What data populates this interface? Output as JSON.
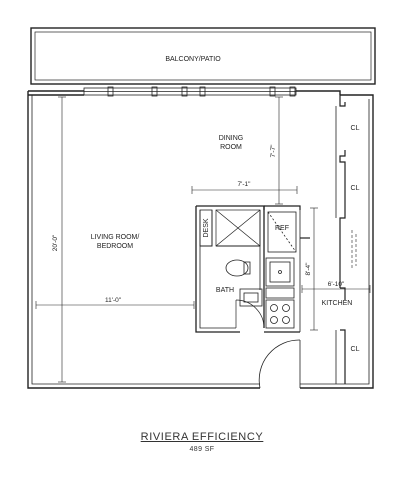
{
  "plan": {
    "title": "RIVIERA EFFICIENCY",
    "area": "489 SF"
  },
  "rooms": {
    "balcony": "BALCONY/PATIO",
    "dining_line1": "DINING",
    "dining_line2": "ROOM",
    "living_line1": "LIVING ROOM/",
    "living_line2": "BEDROOM",
    "bath": "BATH",
    "kitchen": "KITCHEN",
    "desk": "DESK",
    "ref": "REF",
    "closet_1": "CL",
    "closet_2": "CL",
    "closet_3": "CL"
  },
  "dimensions": {
    "dining_depth": "7'-7\"",
    "dining_width": "7'-1\"",
    "living_height": "20'-0\"",
    "living_width": "11'-0\"",
    "kitchen_depth": "8'-4\"",
    "kitchen_width": "6'-10\""
  }
}
